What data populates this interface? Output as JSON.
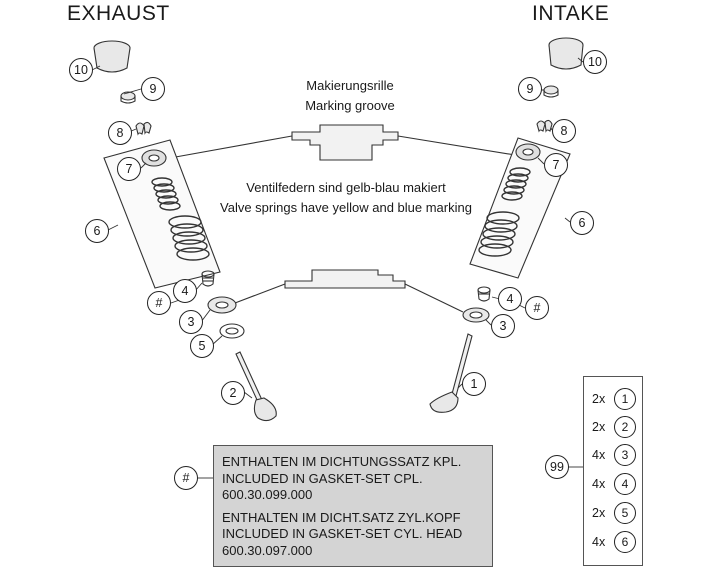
{
  "headers": {
    "exhaust": "EXHAUST",
    "intake": "INTAKE"
  },
  "captions": {
    "marking_groove_de": "Makierungsrille",
    "marking_groove_en": "Marking groove",
    "springs_de": "Ventilfedern sind gelb-blau makiert",
    "springs_en": "Valve springs have yellow and blue marking"
  },
  "callouts": {
    "c10": "10",
    "c9": "9",
    "c8": "8",
    "c7": "7",
    "c6": "6",
    "c5": "5",
    "c4": "4",
    "c3": "3",
    "c2": "2",
    "c1": "1",
    "hash": "#",
    "c99": "99"
  },
  "gasket_info": {
    "line1": "ENTHALTEN IM DICHTUNGSSATZ KPL.",
    "line2": "INCLUDED IN GASKET-SET CPL.",
    "line3": "600.30.099.000",
    "line4": "ENTHALTEN IM DICHT.SATZ ZYL.KOPF",
    "line5": "INCLUDED IN GASKET-SET CYL. HEAD",
    "line6": "600.30.097.000"
  },
  "quantities": [
    {
      "qty": "2x",
      "part": "1"
    },
    {
      "qty": "2x",
      "part": "2"
    },
    {
      "qty": "4x",
      "part": "3"
    },
    {
      "qty": "4x",
      "part": "4"
    },
    {
      "qty": "2x",
      "part": "5"
    },
    {
      "qty": "4x",
      "part": "6"
    }
  ]
}
